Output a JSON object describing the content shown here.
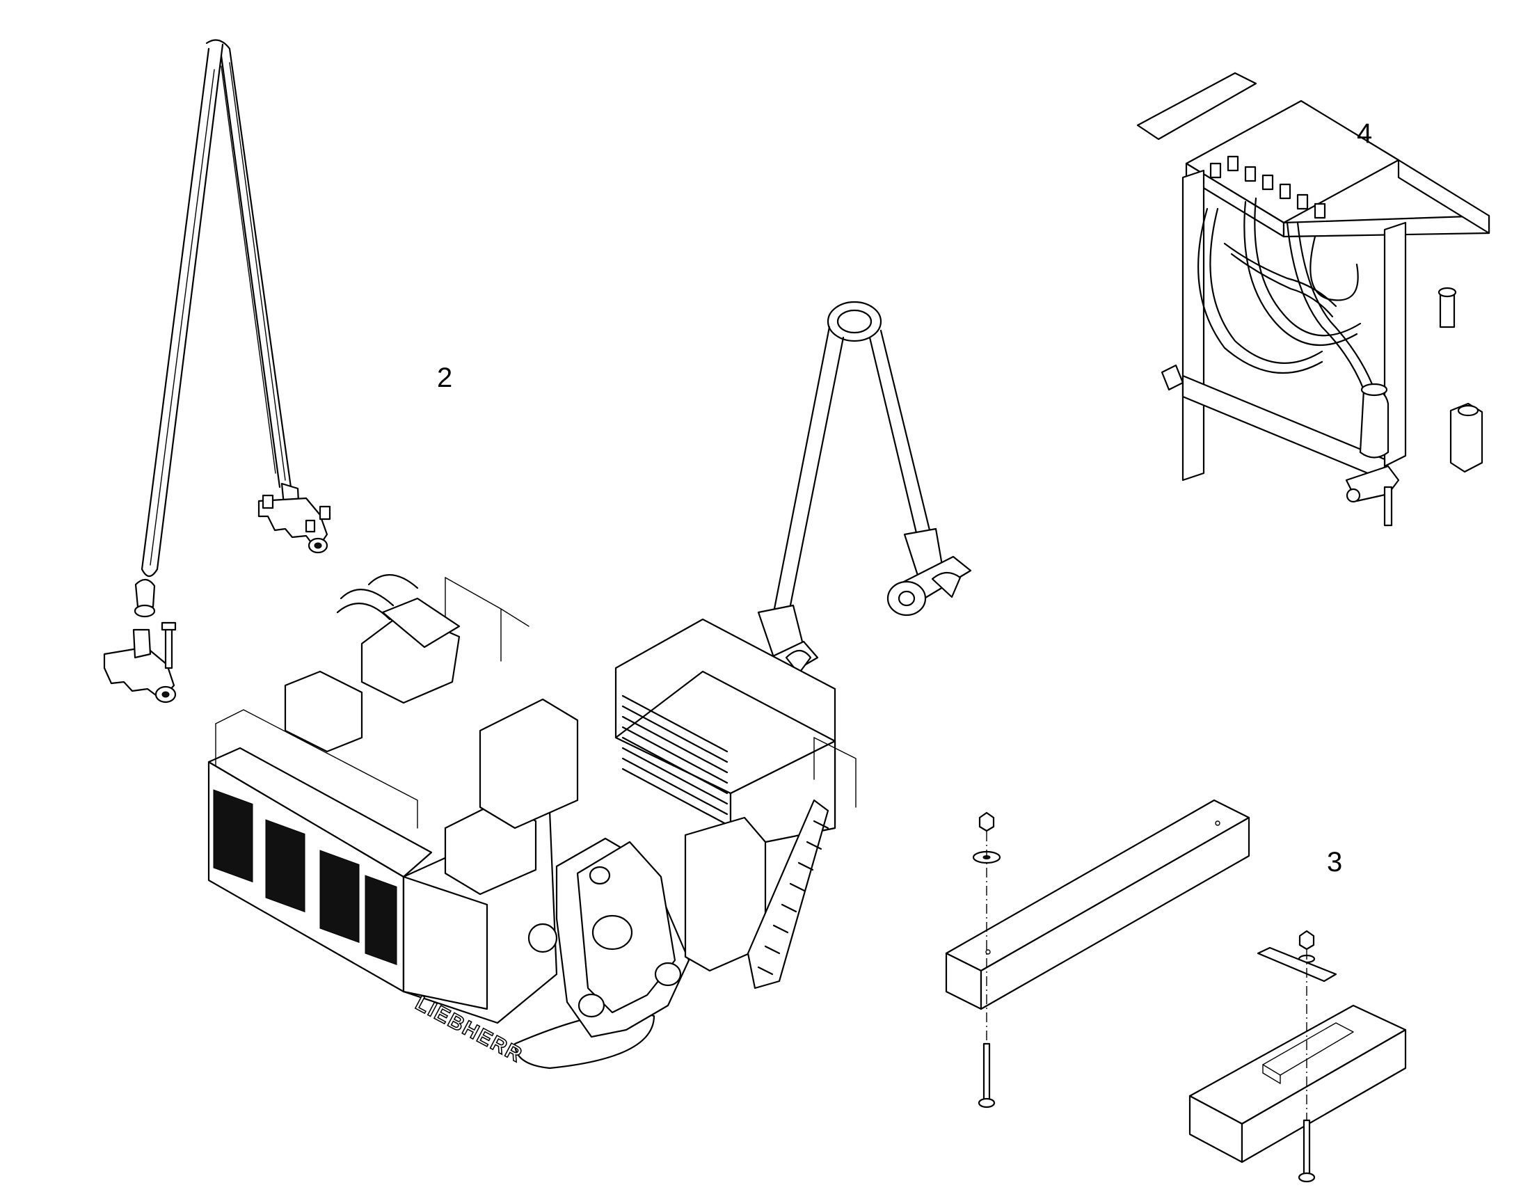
{
  "callouts": {
    "item_2": "2",
    "item_3": "3",
    "item_4": "4"
  },
  "machine": {
    "brand_lettering": "LIEBHERR"
  }
}
